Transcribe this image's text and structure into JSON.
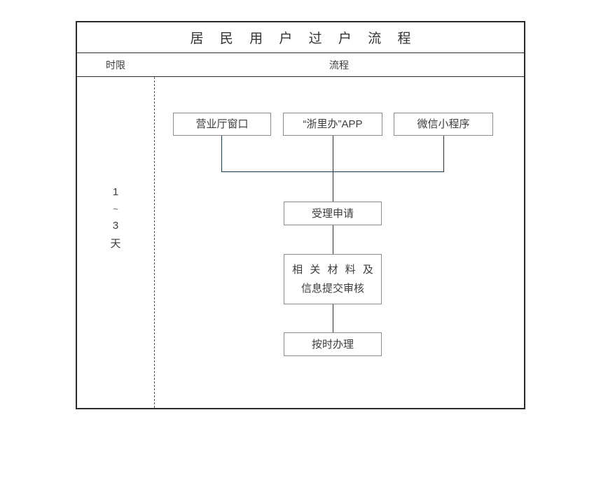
{
  "title": "居 民 用 户 过 户 流 程",
  "table_headers": {
    "time_limit": "时限",
    "flow": "流程"
  },
  "time_limit": {
    "line1": "1",
    "line2": "~",
    "line3": "3",
    "line4": "天"
  },
  "nodes": {
    "hall": "营业厅窗口",
    "app": "“浙里办”APP",
    "wechat": "微信小程序",
    "accept": "受理申请",
    "materials_line1": "相 关 材 料 及",
    "materials_line2": "信息提交审核",
    "handle": "按时办理"
  },
  "colors": {
    "table_border": "#2b2b2b",
    "node_border": "#8a8a8a",
    "connector": "#1b3a4f",
    "text": "#3c3c3c",
    "background": "#ffffff"
  }
}
